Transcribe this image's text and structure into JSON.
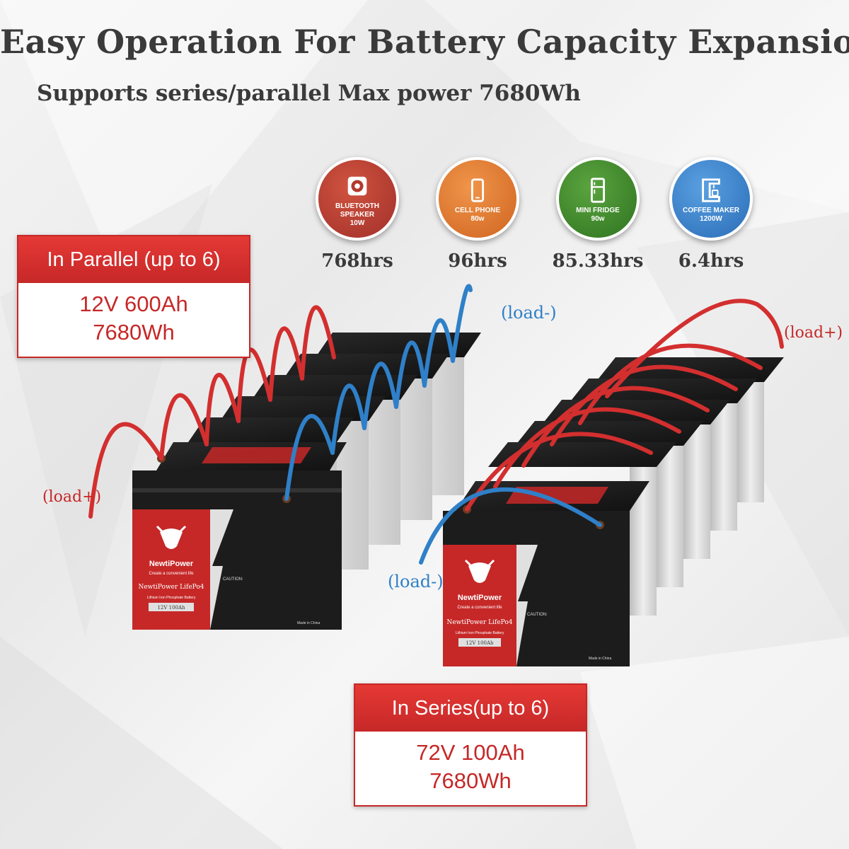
{
  "title": "Easy Operation For Battery Capacity Expansion",
  "subtitle": "Supports series/parallel Max power 7680Wh",
  "devices": [
    {
      "icon": "speaker-icon",
      "name": "BLUETOOTH SPEAKER",
      "power": "10W",
      "hours": "768hrs",
      "color": "#b33a2e"
    },
    {
      "icon": "phone-icon",
      "name": "CELL PHONE",
      "power": "80w",
      "hours": "96hrs",
      "color": "#e0782e"
    },
    {
      "icon": "fridge-icon",
      "name": "MINI FRIDGE",
      "power": "90w",
      "hours": "85.33hrs",
      "color": "#3f8a2d"
    },
    {
      "icon": "coffee-maker-icon",
      "name": "COFFEE MAKER",
      "power": "1200W",
      "hours": "6.4hrs",
      "color": "#3a82cf"
    }
  ],
  "parallel": {
    "heading": "In Parallel (up to 6)",
    "line1": "12V 600Ah",
    "line2": "7680Wh"
  },
  "series": {
    "heading": "In Series(up to 6)",
    "line1": "72V 100Ah",
    "line2": "7680Wh"
  },
  "wire_labels": {
    "parallel_pos": "(load+)",
    "parallel_neg": "(load-)",
    "series_pos": "(load+)",
    "series_neg": "(load-)"
  },
  "battery": {
    "brand": "NewtiPower",
    "slogan": "Create a convenient life",
    "model": "NewtiPower LifePo4",
    "type": "Lithium Iron Phosphate Battery",
    "rating": "12V 100Ah",
    "caution": "CAUTION:",
    "origin": "Made in China"
  },
  "colors": {
    "accent_red": "#c62828",
    "wire_red": "#d32f2f",
    "wire_blue": "#2f80c8",
    "text_dark": "#3a3a3a"
  }
}
